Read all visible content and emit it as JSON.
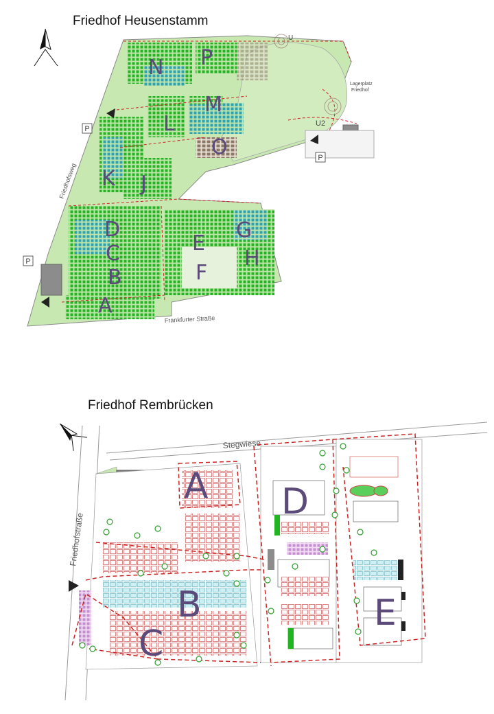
{
  "map1": {
    "title": "Friedhof Heusenstamm",
    "sections": [
      "N",
      "P",
      "M",
      "L",
      "O",
      "K",
      "J",
      "D",
      "C",
      "B",
      "A",
      "E",
      "F",
      "G",
      "H"
    ],
    "streets": {
      "left": "Friedhofsweg",
      "bottom": "Frankfurter Straße"
    },
    "labels": {
      "lager_line1": "Lagerplatz",
      "lager_line2": "Friedhof",
      "u": "U",
      "u2": "U2",
      "parking": "P"
    }
  },
  "map2": {
    "title": "Friedhof Rembrücken",
    "sections": [
      "A",
      "B",
      "C",
      "D",
      "E"
    ],
    "streets": {
      "top": "Stegwiese",
      "left": "Friedhofstraße"
    }
  },
  "colors": {
    "grave_green": "#22b522",
    "grave_teal": "#2aa3b8",
    "lawn": "#c8e8b2",
    "outline": "#cc2222",
    "section_label": "#5c4b7a",
    "building": "#8c8c8c"
  }
}
